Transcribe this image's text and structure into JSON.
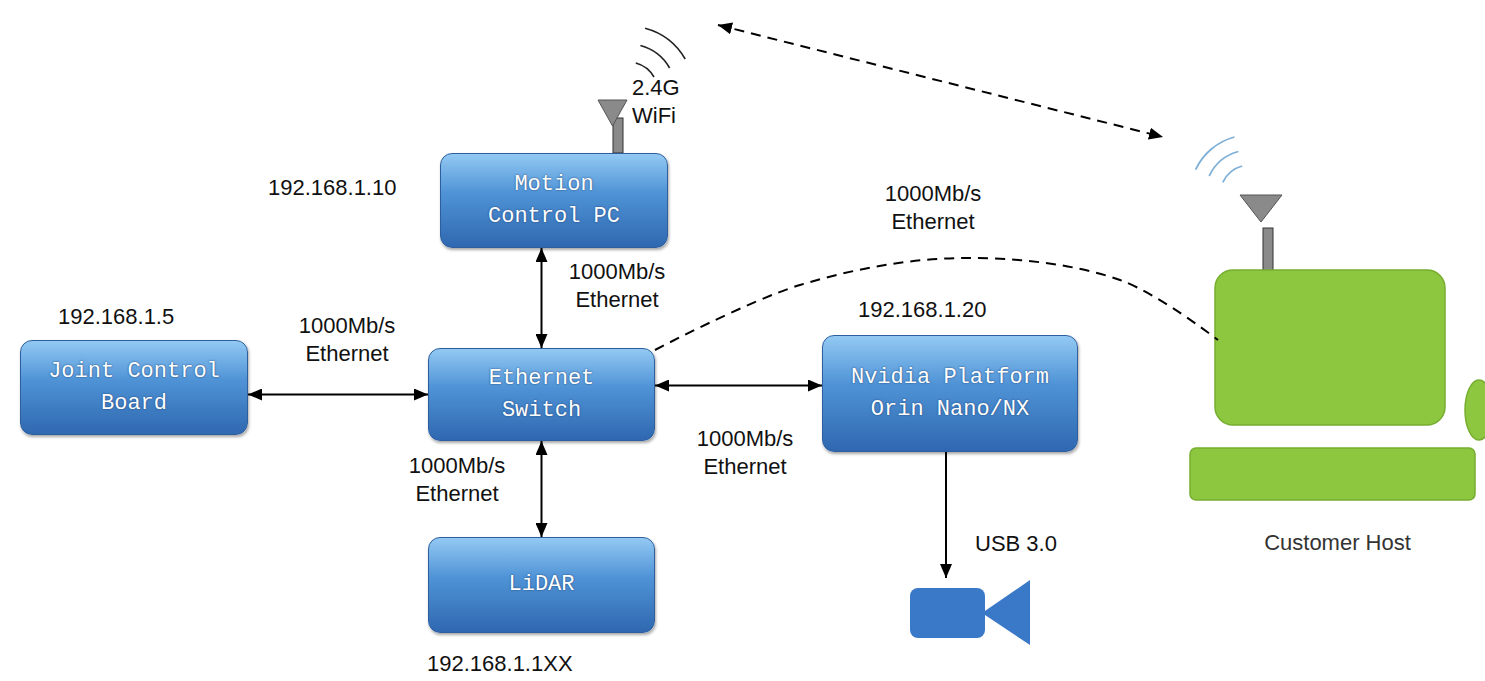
{
  "diagram": {
    "nodes": [
      {
        "text": [
          "Motion Control PC"
        ]
      },
      {
        "text": [
          "Joint Control Board"
        ]
      },
      {
        "text": [
          "Ethernet Switch"
        ]
      },
      {
        "text": [
          "Nvidia Platform Orin Nano/NX"
        ]
      },
      {
        "text": [
          "LiDAR"
        ]
      },
      {
        "text": [
          "Customer Host"
        ]
      }
    ],
    "edges": [
      {
        "from": 0,
        "to": 2,
        "label": "1000Mb/s Ethernet",
        "arrow": "both"
      },
      {
        "from": 1,
        "to": 2,
        "label": "1000Mb/s Ethernet",
        "arrow": "both"
      },
      {
        "from": 2,
        "to": 3,
        "label": "1000Mb/s Ethernet",
        "arrow": "both"
      },
      {
        "from": 2,
        "to": 4,
        "label": "1000Mb/s Ethernet",
        "arrow": "both"
      },
      {
        "from": 2,
        "to": 5,
        "label": "1000Mb/s Ethernet",
        "arrow": "none"
      },
      {
        "from": 0,
        "to": 5,
        "arrow": "both"
      }
    ],
    "labels": [
      "192.168.1.10",
      "192.168.1.5",
      "192.168.1.20",
      "192.168.1.1XX",
      "2.4G WiFi",
      "USB 3.0"
    ]
  }
}
